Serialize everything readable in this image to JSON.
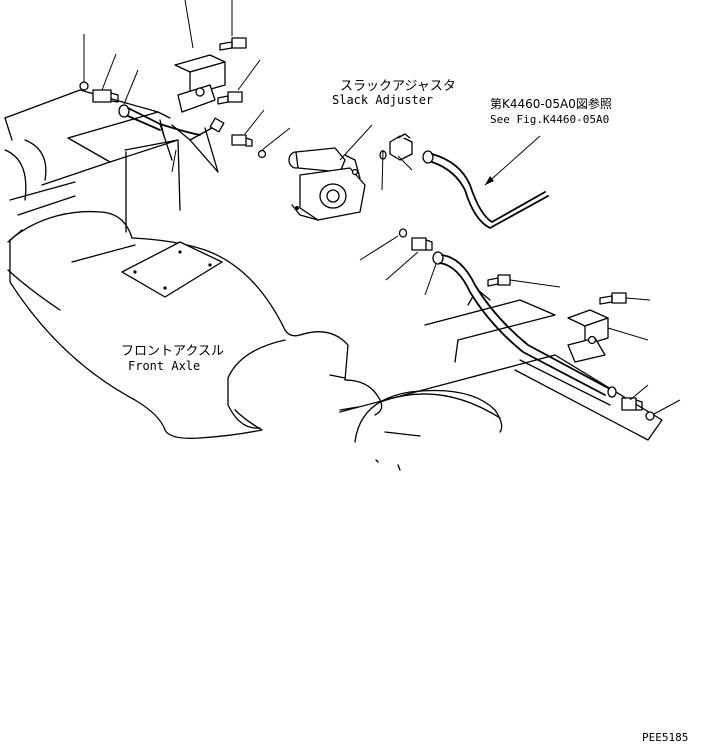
{
  "labels": {
    "slack_adjuster_jp": "スラックアジャスタ",
    "slack_adjuster_en": "Slack Adjuster",
    "see_fig_jp": "第K4460-05A0図参照",
    "see_fig_en": "See Fig.K4460-05A0",
    "front_axle_jp": "フロントアクスル",
    "front_axle_en": "Front Axle",
    "drawing_number": "PEE5185"
  }
}
